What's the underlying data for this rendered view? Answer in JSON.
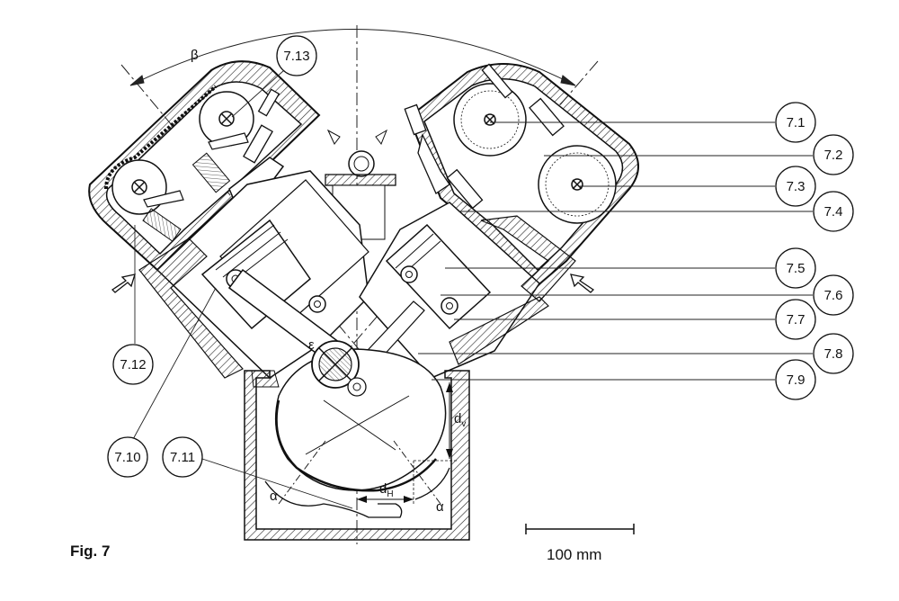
{
  "figure": {
    "caption": "Fig. 7",
    "scale_bar_label": "100 mm",
    "callouts": [
      "7.1",
      "7.2",
      "7.3",
      "7.4",
      "7.5",
      "7.6",
      "7.7",
      "7.8",
      "7.9",
      "7.10",
      "7.11",
      "7.12",
      "7.13"
    ],
    "dimension_labels": {
      "beta": "β",
      "epsilon": "ε",
      "alpha_left": "α",
      "alpha_right": "α",
      "d_v": "d",
      "d_v_sub": "v",
      "d_h": "d",
      "d_h_sub": "H"
    },
    "line_color": "#1a1a1a",
    "background": "#ffffff"
  }
}
